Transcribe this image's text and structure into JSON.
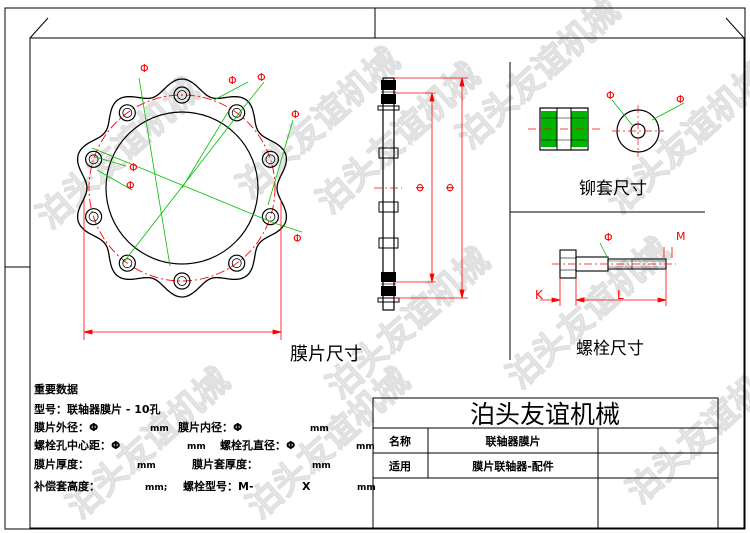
{
  "colors": {
    "line": "#000000",
    "dim": "#ff0000",
    "leader": "#00c000",
    "hatch": "#00b400",
    "fill": "#000000",
    "watermark": "#dddddd"
  },
  "watermark": "泊头友谊机械",
  "views": {
    "membrane_caption": "膜片尺寸",
    "rivet_caption": "铆套尺寸",
    "bolt_caption": "螺栓尺寸",
    "phi": "Φ",
    "bolt_k": "K",
    "bolt_l": "L",
    "bolt_m": "M"
  },
  "specs": {
    "heading": "重要数据",
    "model": "型号：联轴器膜片 - 10孔",
    "outer_dia": "膜片外径：Φ",
    "outer_unit": "mm",
    "inner_dia": "膜片内径：Φ",
    "inner_unit": "mm",
    "bolt_circle": "螺栓孔中心距：Φ",
    "bolt_circle_unit": "mm",
    "bolt_hole": "螺栓孔直径：Φ",
    "bolt_hole_unit": "mm",
    "thickness": "膜片厚度：",
    "thickness_unit": "mm",
    "sleeve_thickness": "膜片套厚度：",
    "sleeve_thickness_unit": "mm",
    "comp_height": "补偿套高度：",
    "comp_height_unit": "mm;",
    "bolt_model": "螺栓型号：M-",
    "bolt_x": "X",
    "bolt_model_unit": "mm"
  },
  "title_block": {
    "company": "泊头友谊机械",
    "name_label": "名称",
    "name_value": "联轴器膜片",
    "use_label": "适用",
    "use_value": "膜片联轴器-配件"
  }
}
